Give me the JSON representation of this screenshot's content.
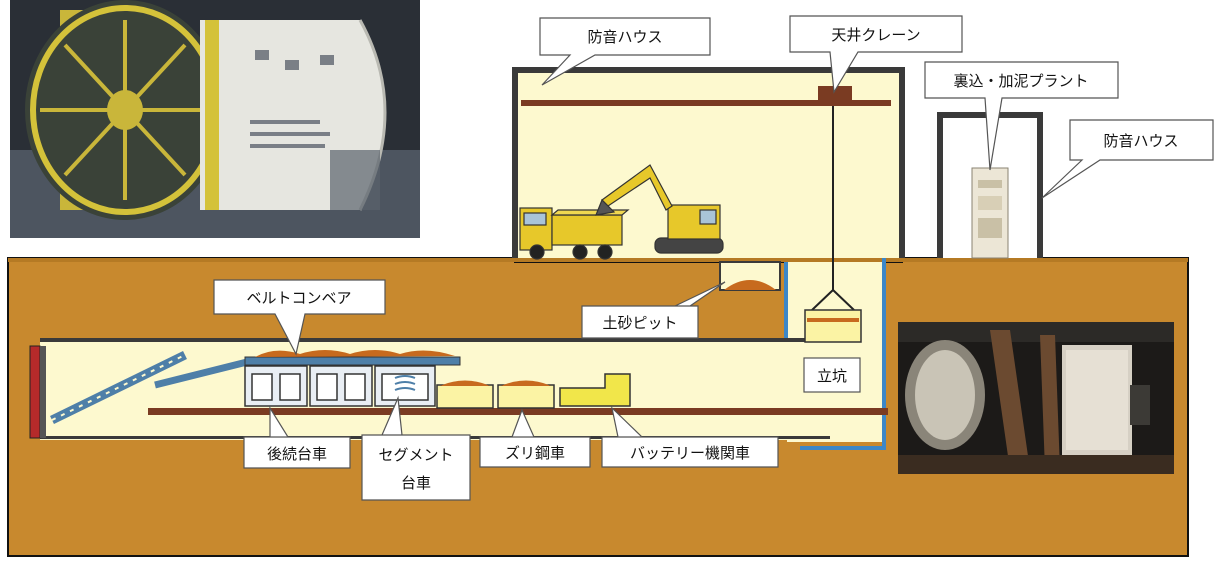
{
  "labels": {
    "soundproof_house_main": "防音ハウス",
    "overhead_crane": "天井クレーン",
    "backfill_plant": "裏込・加泥プラント",
    "soundproof_house_right": "防音ハウス",
    "belt_conveyor": "ベルトコンベア",
    "soil_pit": "土砂ピット",
    "shaft": "立坑",
    "backup_trolley": "後続台車",
    "segment_trolley_line1": "セグメント",
    "segment_trolley_line2": "台車",
    "muck_car": "ズリ鋼車",
    "battery_locomotive": "バッテリー機関車"
  },
  "colors": {
    "ground": "#c8892e",
    "tunnel_interior": "#fdf9cf",
    "tunnel_rail": "#7a3b22",
    "wall_dark": "#3a3a3a",
    "shaft_liner": "#3b87c8",
    "face_plate": "#b52a2a",
    "trolley_blue": "#4e7fa8",
    "muck_orange": "#c76a1e",
    "excavator_yellow": "#e7c82a"
  },
  "photos": {
    "tbm_machine": "shield-machine-photo",
    "tunnel_inside": "tunnel-interior-photo"
  }
}
